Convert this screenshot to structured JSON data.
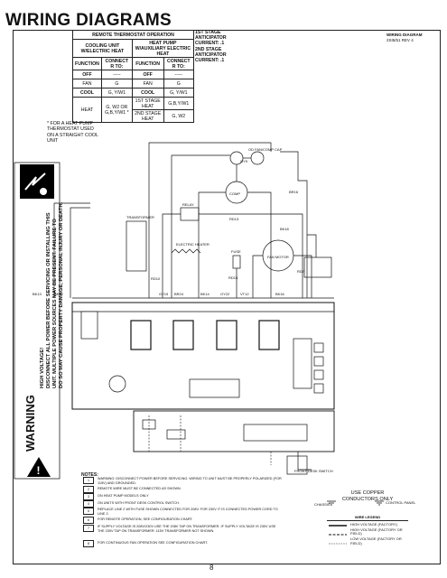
{
  "page": {
    "title": "WIRING DIAGRAMS",
    "page_number": "8"
  },
  "remote_table": {
    "header": "REMOTE THERMOSTAT OPERATION",
    "left_group": "COOLING UNIT W/ELECTRIC HEAT",
    "right_group": "HEAT PUMP W/AUXILIARY ELECTRIC HEAT",
    "col_function": "FUNCTION",
    "col_connect": "CONNECT R TO:",
    "rows": [
      {
        "f1": "OFF",
        "c1": "-----",
        "f2": "OFF",
        "c2": "-----"
      },
      {
        "f1": "FAN",
        "c1": "G",
        "f2": "FAN",
        "c2": "G"
      },
      {
        "f1": "COOL",
        "c1": "G, Y/W1",
        "f2": "COOL",
        "c2": "G, Y/W1"
      },
      {
        "f1": "HEAT",
        "c1": "G, W2 OR G,B,Y/W1 *",
        "f2": "1ST STAGE HEAT",
        "c2": "G,B,Y/W1"
      },
      {
        "f1": "",
        "c1": "",
        "f2": "2ND STAGE HEAT",
        "c2": "G, W2"
      }
    ]
  },
  "stage_box": {
    "line1": "1ST STAGE ANTICIPATOR CURRENT: .1",
    "line2": "2ND STAGE ANTICIPATOR CURRENT: .1"
  },
  "diagram_id": {
    "title": "WIRING DIAGRAM",
    "code": "2SI5/51 REV 4"
  },
  "heat_pump_note": "* FOR A HEAT PUMP THERMOSTAT USED ON A STRAIGHT COOL UNIT",
  "warning": {
    "label": "WARNING",
    "line1": "HIGH VOLTAGE!",
    "line2": "DISCONNECT ALL POWER BEFORE SERVICING OR INSTALLING THIS",
    "line3": "UNIT. MULTIPLE POWER SOURCES MAY BE PRESENT. FAILURE TO",
    "line4": "DO SO MAY CAUSE PROPERTY DAMAGE, PERSONAL INJURY OR DEATH."
  },
  "components": {
    "capacitor": "OD FAN/COMP CAP",
    "compressor": "COMP",
    "fan_motor": "FAN MOTOR",
    "electric_heater": "ELECTRIC HEATER",
    "fuse": "FUSE",
    "relay": "RELAY",
    "front_desk_switch": "FRONT DESK SWITCH",
    "transformer": "TRANSFORMER",
    "wire_labels": [
      "BK13",
      "BK12",
      "RD10",
      "GY15",
      "BR24",
      "BK14",
      "GY22",
      "VT12",
      "BK16",
      "RD7",
      "GY9",
      "BR16",
      "RD15",
      "BK18",
      "RD13"
    ]
  },
  "notes": {
    "title": "NOTES:",
    "items": [
      {
        "num": "1",
        "text": "WARNING: DISCONNECT POWER BEFORE SERVICING. WIRING TO UNIT MUST BE PROPERLY POLARIZED (FOR 115V) AND GROUNDED."
      },
      {
        "num": "2",
        "text": "REMOTE WIRE MUST BE CONNECTED AS SHOWN"
      },
      {
        "num": "3",
        "text": "ON HEAT PUMP MODELS ONLY"
      },
      {
        "num": "4",
        "text": "ON UNITS WITH FRONT DESK CONTROL SWITCH."
      },
      {
        "num": "5",
        "text": "REPLACE LINE 2 WITH FUSE SHOWN CONNECTED FOR 208V. FOR 230V IT IS CONNECTED POWER CORD TO LINE 2."
      },
      {
        "num": "6",
        "text": "FOR REMOTE OPERATION, SEE CONFIGURATION CHART."
      },
      {
        "num": "7",
        "text": "IF SUPPLY VOLTAGE IS 208V/230V USE THE 208V TAP ON TRANSFORMER. IF SUPPLY VOLTAGE IS 230V USE THE 230V TAP ON TRANSFORMER. 115V TRANSFORMER NOT SHOWN."
      },
      {
        "num": "8",
        "text": "FOR CONTINUOUS FAN OPERATION SEE CONFIGURATION CHART."
      }
    ]
  },
  "copper_note": {
    "line1": "USE COPPER",
    "line2": "CONDUCTORS ONLY",
    "chassis": "CHASSIS",
    "control_panel": "CONTROL PANEL"
  },
  "wire_legend": {
    "title": "WIRE LEGEND",
    "items": [
      "HIGH VOLTAGE (FACTORY)",
      "HIGH VOLTAGE (FACTORY OR FIELD)",
      "LOW VOLTAGE (FACTORY OR FIELD)"
    ]
  }
}
